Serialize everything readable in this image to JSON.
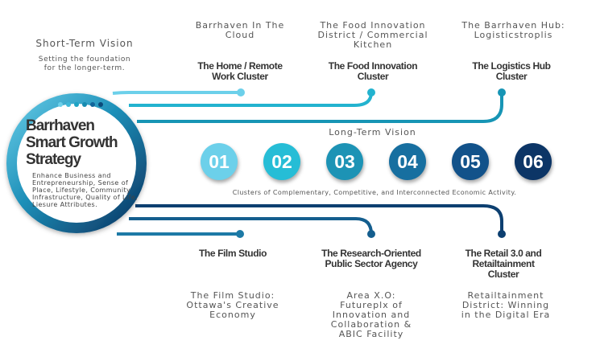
{
  "short_term": {
    "title": "Short-Term Vision",
    "desc": "Setting the foundation\nfor the longer-term."
  },
  "hub": {
    "title": "Barrhaven\nSmart Growth\nStrategy",
    "desc": "Enhance Business and\nEntrepreneurship, Sense of\nPlace, Lifestyle, Community\nInfrastructure, Quality of Life,\nLiesure Attributes.",
    "dot_colors": [
      "#6cd0ea",
      "#3fb8d8",
      "#1da3c4",
      "#178bb0",
      "#11659a",
      "#0b4a7a"
    ]
  },
  "top_clusters": [
    {
      "name": "The Home / Remote\nWork Cluster",
      "sub": "Barrhaven In The\nCloud",
      "color": "#6cd0ea"
    },
    {
      "name": "The Food Innovation\nCluster",
      "sub": "The Food Innovation\nDistrict / Commercial\nKitchen",
      "color": "#23b3cf"
    },
    {
      "name": "The Logistics Hub\nCluster",
      "sub": "The Barrhaven Hub:\nLogisticstroplis",
      "color": "#1795b5"
    }
  ],
  "bottom_clusters": [
    {
      "name": "The Film Studio",
      "sub": "The Film Studio:\nOttawa's Creative\nEconomy",
      "color": "#1d7aa6"
    },
    {
      "name": "The Research-Oriented\nPublic Sector Agency",
      "sub": "Area X.O:\nFutureplx of\nInnovation and\nCollaboration &\nABIC Facility",
      "color": "#145e8e"
    },
    {
      "name": "The Retail 3.0 and\nRetailtainment\nCluster",
      "sub": "Retailtainment\nDistrict: Winning\nin the Digital Era",
      "color": "#0c3f70"
    }
  ],
  "long_term": {
    "title": "Long-Term Vision",
    "subtitle": "Clusters of Complementary, Competitive, and Interconnected Economic Activity.",
    "numbers": [
      {
        "label": "01",
        "color": "#6cd0ea"
      },
      {
        "label": "02",
        "color": "#26bdd6"
      },
      {
        "label": "03",
        "color": "#1d93b5"
      },
      {
        "label": "04",
        "color": "#176fa0"
      },
      {
        "label": "05",
        "color": "#12528a"
      },
      {
        "label": "06",
        "color": "#0c3566"
      }
    ]
  }
}
